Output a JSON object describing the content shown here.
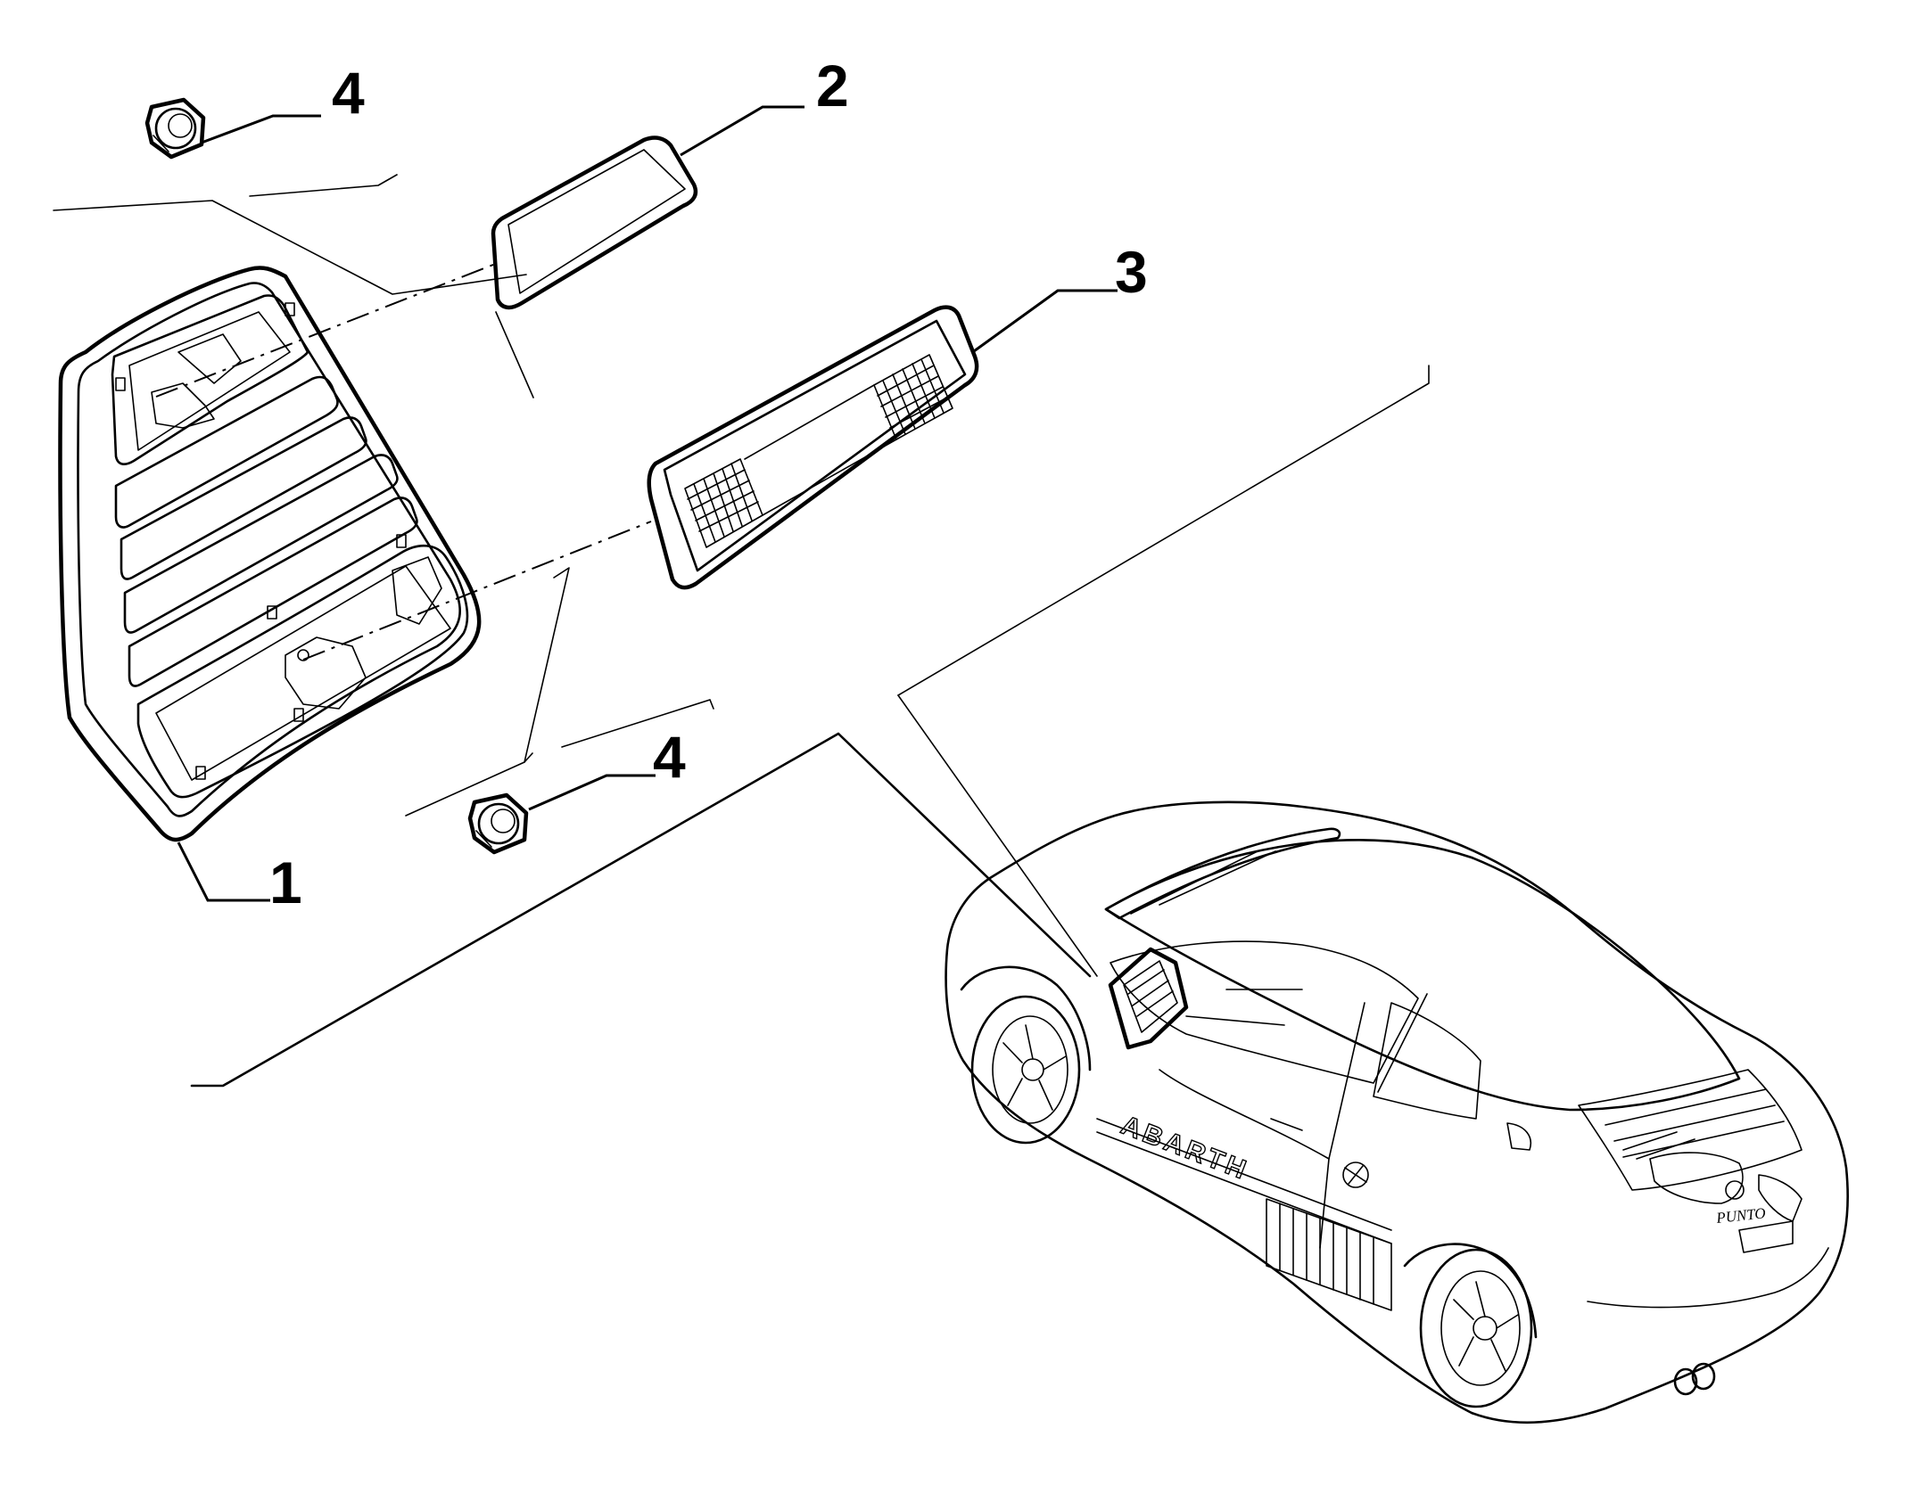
{
  "callouts": [
    {
      "id": "part-1",
      "label": "1"
    },
    {
      "id": "part-2",
      "label": "2"
    },
    {
      "id": "part-3",
      "label": "3"
    },
    {
      "id": "part-4-top",
      "label": "4"
    },
    {
      "id": "part-4-bottom",
      "label": "4"
    }
  ],
  "vehicle": {
    "side_decal": "ABARTH",
    "rear_badge": "PUNTO"
  },
  "colors": {
    "ink": "#000000",
    "background": "#ffffff"
  }
}
